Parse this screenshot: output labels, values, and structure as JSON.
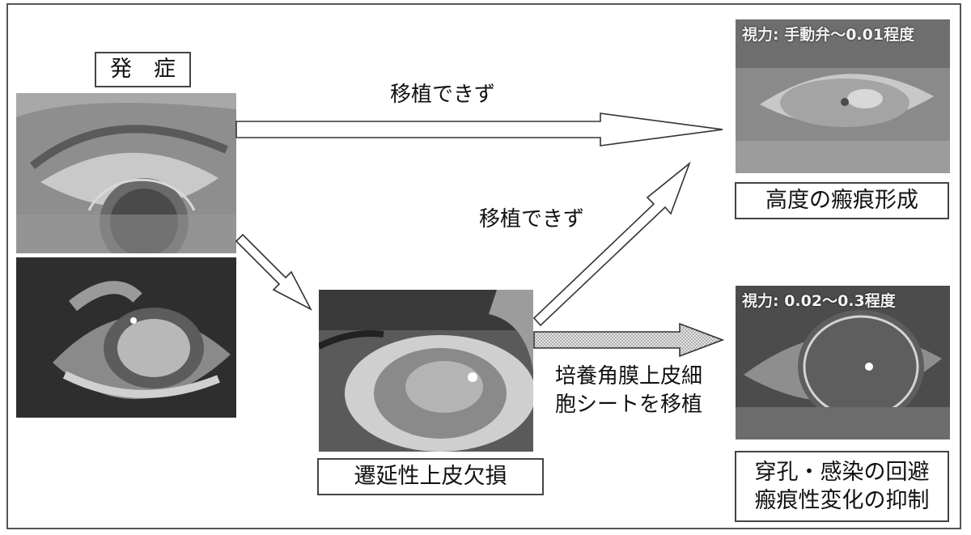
{
  "labels": {
    "onset": "発　症",
    "delayed": "遷延性上皮欠損",
    "scarring": "高度の瘢痕形成",
    "outcome_line1": "穿孔・感染の回避",
    "outcome_line2": "瘢痕性変化の抑制"
  },
  "captions": {
    "top_arrow": "移植できず",
    "mid_arrow": "移植できず",
    "transplant_line1": "培養角膜上皮細",
    "transplant_line2": "胞シートを移植"
  },
  "overlays": {
    "scar_vision": "視力: 手動弁～0.01程度",
    "outcome_vision": "視力: 0.02～0.3程度"
  }
}
